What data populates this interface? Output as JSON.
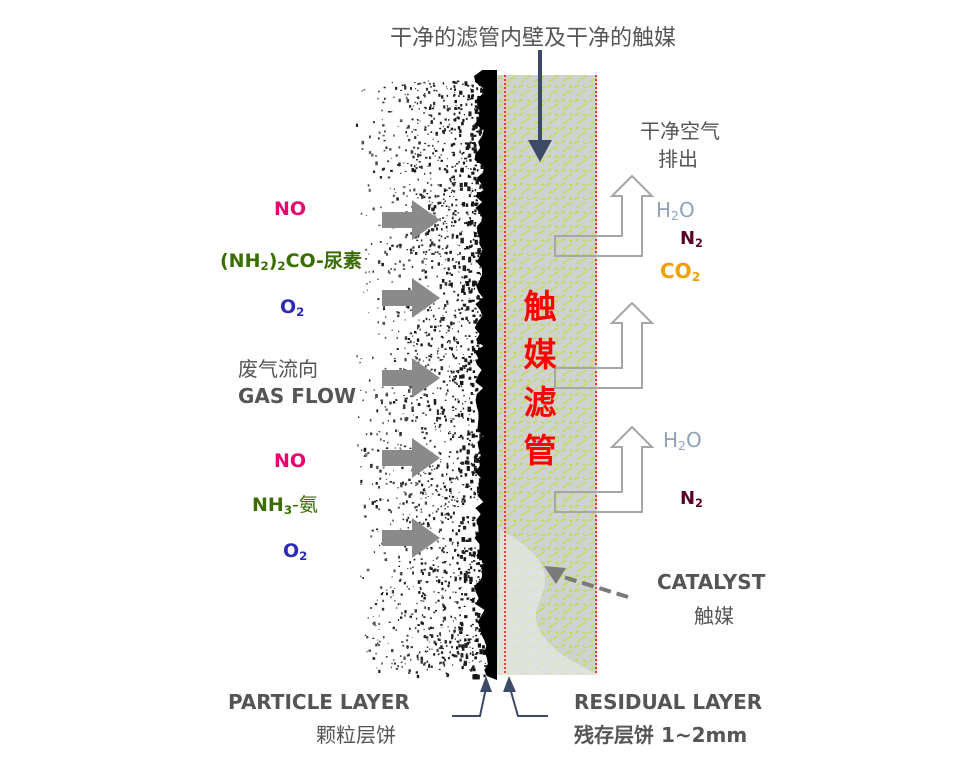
{
  "top_label": "干净的滤管内壁及干净的触媒",
  "clean_air": {
    "line1": "干净空气",
    "line2": "排出"
  },
  "vertical_label": [
    "触",
    "媒",
    "滤",
    "管"
  ],
  "inputs_upper": {
    "no": "NO",
    "urea": {
      "pre": "(NH",
      "sub": "2",
      "mid": ")",
      "sub2": "2",
      "post": "CO-尿素"
    },
    "o2": {
      "base": "O",
      "sub": "2"
    }
  },
  "gas_flow": {
    "zh": "废气流向",
    "en": "GAS FLOW"
  },
  "inputs_lower": {
    "no": "NO",
    "ammonia": {
      "pre": "NH",
      "sub": "3",
      "post": "-氨"
    },
    "o2": {
      "base": "O",
      "sub": "2"
    }
  },
  "outputs_upper": {
    "h2o": {
      "pre": "H",
      "sub": "2",
      "post": "O"
    },
    "n2": {
      "base": "N",
      "sub": "2"
    },
    "co2": {
      "base": "CO",
      "sub": "2"
    }
  },
  "outputs_lower": {
    "h2o": {
      "pre": "H",
      "sub": "2",
      "post": "O"
    },
    "n2": {
      "base": "N",
      "sub": "2"
    }
  },
  "catalyst": {
    "en": "CATALYST",
    "zh": "触媒"
  },
  "particle_layer": {
    "en": "PARTICLE LAYER",
    "zh": "颗粒层饼"
  },
  "residual_layer": {
    "en": "RESIDUAL LAYER",
    "zh": "残存层饼 1~2mm"
  },
  "colors": {
    "no": "#e8006e",
    "reactant_green": "#3a6e00",
    "o2_blue": "#2b2bb8",
    "h2o_gray": "#8fa2b8",
    "n2_maroon": "#5a0028",
    "co2_orange": "#f0a000",
    "tube_red": "#ff0000",
    "label_gray": "#555555"
  }
}
